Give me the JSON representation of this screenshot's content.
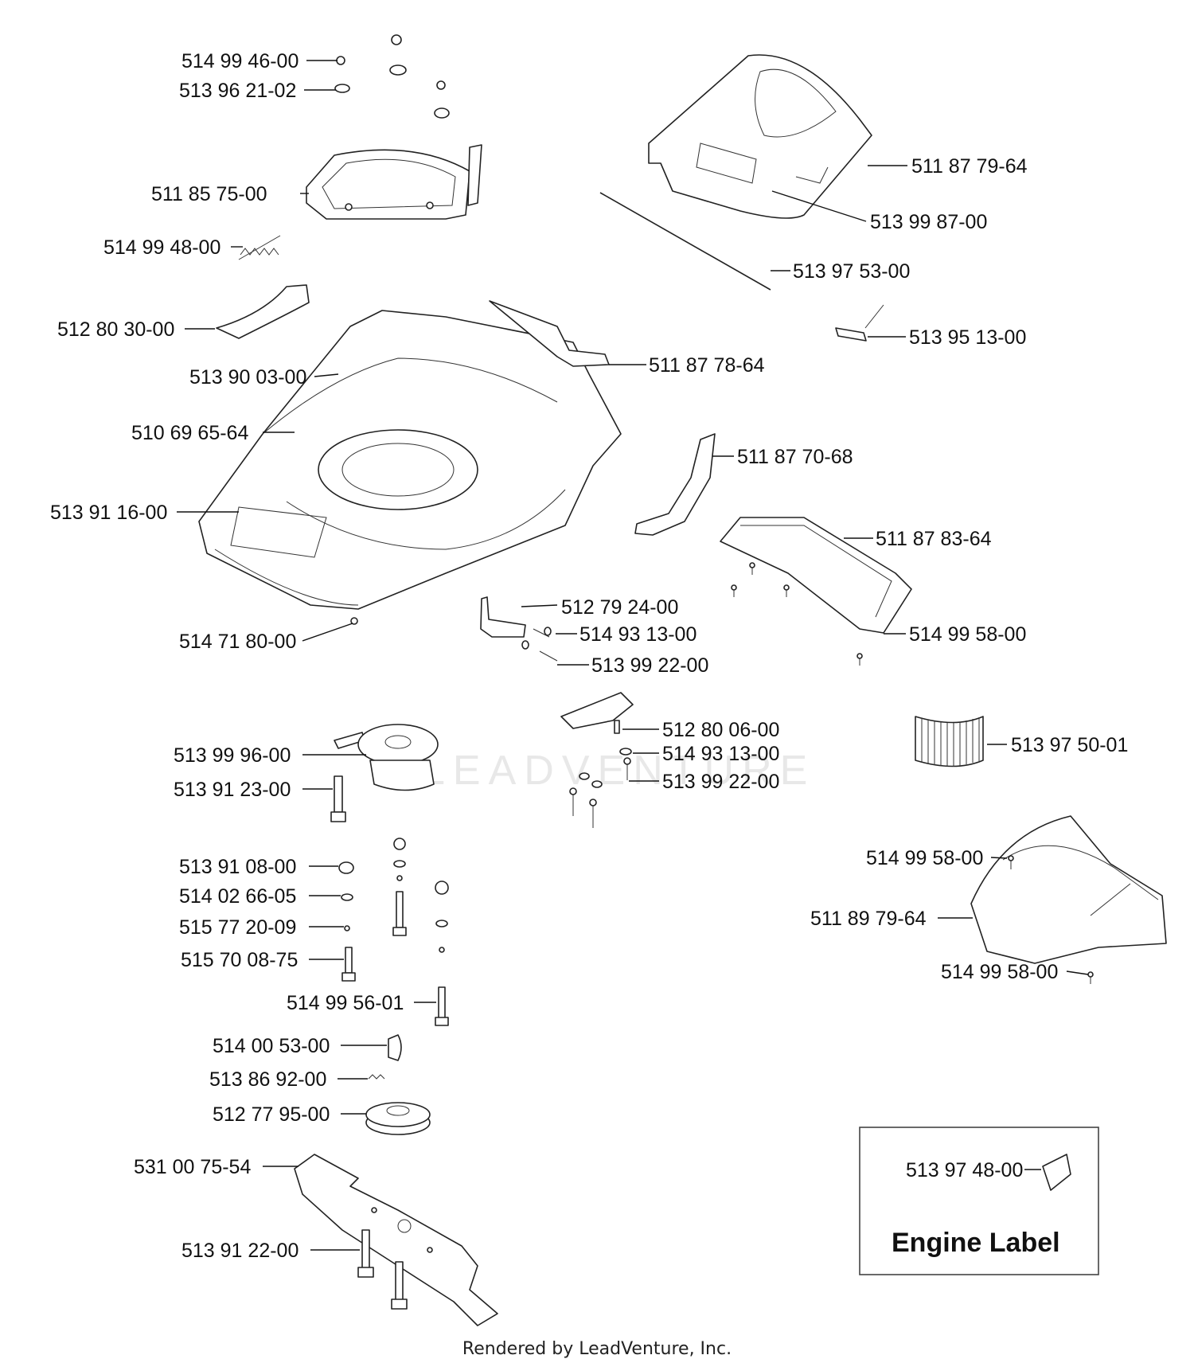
{
  "labels": [
    {
      "id": "l1",
      "text": "514 99 46-00"
    },
    {
      "id": "l2",
      "text": "513 96 21-02"
    },
    {
      "id": "l3",
      "text": "511 85 75-00"
    },
    {
      "id": "l4",
      "text": "514 99 48-00"
    },
    {
      "id": "l5",
      "text": "512 80 30-00"
    },
    {
      "id": "l6",
      "text": "513 90 03-00"
    },
    {
      "id": "l7",
      "text": "510 69 65-64"
    },
    {
      "id": "l8",
      "text": "513 91 16-00"
    },
    {
      "id": "l9",
      "text": "514 71 80-00"
    },
    {
      "id": "l10",
      "text": "511 87 79-64"
    },
    {
      "id": "l11",
      "text": "513 99 87-00"
    },
    {
      "id": "l12",
      "text": "513 97 53-00"
    },
    {
      "id": "l13",
      "text": "513 95 13-00"
    },
    {
      "id": "l14",
      "text": "511 87 78-64"
    },
    {
      "id": "l15",
      "text": "511 87 70-68"
    },
    {
      "id": "l16",
      "text": "511 87 83-64"
    },
    {
      "id": "l17",
      "text": "512 79 24-00"
    },
    {
      "id": "l18",
      "text": "514 93 13-00"
    },
    {
      "id": "l19",
      "text": "513 99 22-00"
    },
    {
      "id": "l20",
      "text": "514 99 58-00"
    },
    {
      "id": "l21",
      "text": "512 80 06-00"
    },
    {
      "id": "l22",
      "text": "514 93 13-00"
    },
    {
      "id": "l23",
      "text": "513 99 22-00"
    },
    {
      "id": "l24",
      "text": "513 97 50-01"
    },
    {
      "id": "l25",
      "text": "513 99 96-00"
    },
    {
      "id": "l26",
      "text": "513 91 23-00"
    },
    {
      "id": "l27",
      "text": "513 91 08-00"
    },
    {
      "id": "l28",
      "text": "514 02 66-05"
    },
    {
      "id": "l29",
      "text": "515 77 20-09"
    },
    {
      "id": "l30",
      "text": "515 70 08-75"
    },
    {
      "id": "l31",
      "text": "514 99 56-01"
    },
    {
      "id": "l32",
      "text": "514 99 58-00"
    },
    {
      "id": "l33",
      "text": "511 89 79-64"
    },
    {
      "id": "l34",
      "text": "514 99 58-00"
    },
    {
      "id": "l35",
      "text": "514 00 53-00"
    },
    {
      "id": "l36",
      "text": "513 86 92-00"
    },
    {
      "id": "l37",
      "text": "512 77 95-00"
    },
    {
      "id": "l38",
      "text": "531 00 75-54"
    },
    {
      "id": "l39",
      "text": "513 91 22-00"
    },
    {
      "id": "l40",
      "text": "513 97 48-00"
    }
  ],
  "engine_box": {
    "title": "Engine Label"
  },
  "watermark": "LEADVENTURE",
  "footer": "Rendered by LeadVenture, Inc."
}
